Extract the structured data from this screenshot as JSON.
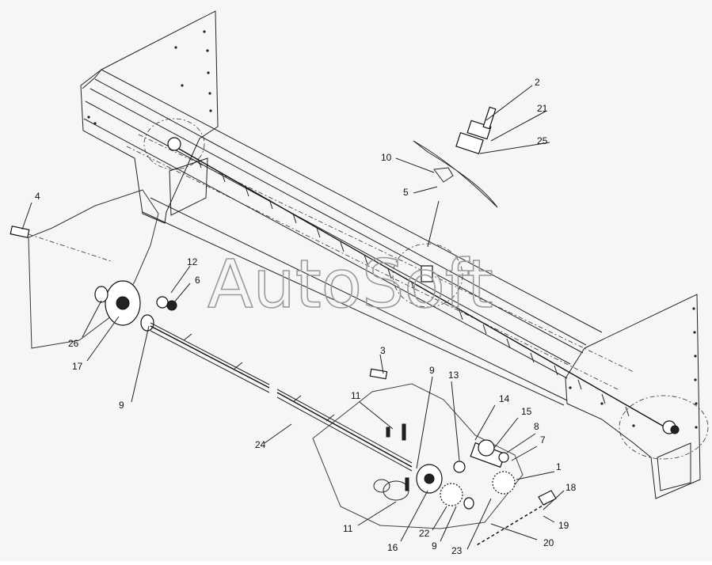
{
  "watermark": "AutoSoft",
  "callouts": [
    {
      "label": "2"
    },
    {
      "label": "21"
    },
    {
      "label": "25"
    },
    {
      "label": "10"
    },
    {
      "label": "5"
    },
    {
      "label": "4"
    },
    {
      "label": "12"
    },
    {
      "label": "6"
    },
    {
      "label": "26"
    },
    {
      "label": "17"
    },
    {
      "label": "9"
    },
    {
      "label": "3"
    },
    {
      "label": "9"
    },
    {
      "label": "13"
    },
    {
      "label": "11"
    },
    {
      "label": "14"
    },
    {
      "label": "15"
    },
    {
      "label": "8"
    },
    {
      "label": "7"
    },
    {
      "label": "1"
    },
    {
      "label": "18"
    },
    {
      "label": "19"
    },
    {
      "label": "20"
    },
    {
      "label": "24"
    },
    {
      "label": "11"
    },
    {
      "label": "22"
    },
    {
      "label": "9"
    },
    {
      "label": "23"
    },
    {
      "label": "16"
    }
  ]
}
